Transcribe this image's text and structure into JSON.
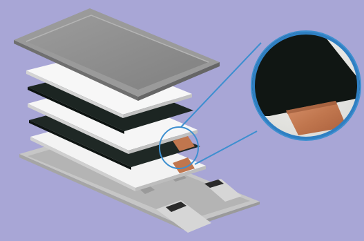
{
  "figure": {
    "background_color": "#a8a6d6",
    "callout_ring_color": "#3d8fd0",
    "layers": [
      {
        "name": "bottom-pouch-foil",
        "color": "#c4c4c4"
      },
      {
        "name": "white-separator",
        "color": "#f3f3f3"
      },
      {
        "name": "black-electrode",
        "color": "#1c2522"
      },
      {
        "name": "white-separator",
        "color": "#f5f5f5"
      },
      {
        "name": "black-electrode",
        "color": "#1c2522"
      },
      {
        "name": "white-separator",
        "color": "#f5f5f5"
      },
      {
        "name": "top-pouch-case",
        "color": "#8e8e8e"
      }
    ],
    "tab_colors": {
      "copper": "#c0764e",
      "aluminum": "#d0d0d0",
      "sealant": "#2a2a2a"
    },
    "icons": [
      "magnifier-callout-icon"
    ]
  }
}
